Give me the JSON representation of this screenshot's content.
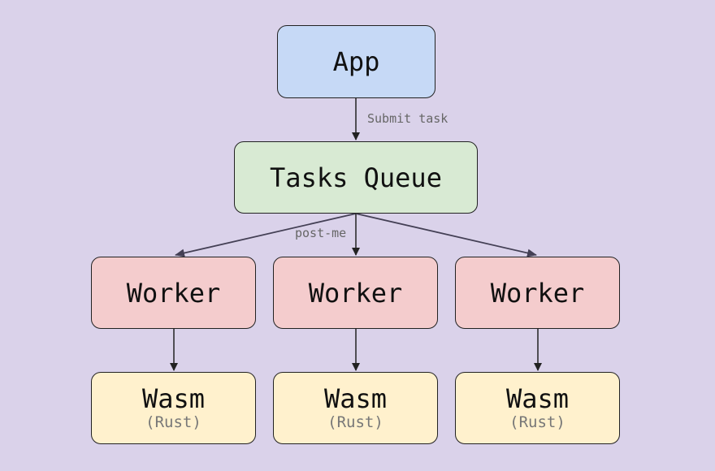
{
  "colors": {
    "background": "#dad2ea",
    "app_fill": "#c6d9f6",
    "queue_fill": "#d8ead3",
    "worker_fill": "#f4cccd",
    "wasm_fill": "#fff1cd",
    "edge": "#222222",
    "fanout_edge": "#444055"
  },
  "nodes": {
    "app": {
      "label": "App"
    },
    "queue": {
      "label": "Tasks Queue"
    },
    "workers": [
      {
        "label": "Worker"
      },
      {
        "label": "Worker"
      },
      {
        "label": "Worker"
      }
    ],
    "wasm": [
      {
        "label": "Wasm",
        "sublabel": "(Rust)"
      },
      {
        "label": "Wasm",
        "sublabel": "(Rust)"
      },
      {
        "label": "Wasm",
        "sublabel": "(Rust)"
      }
    ]
  },
  "edges": {
    "submit_label": "Submit task",
    "post_label": "post-me"
  }
}
